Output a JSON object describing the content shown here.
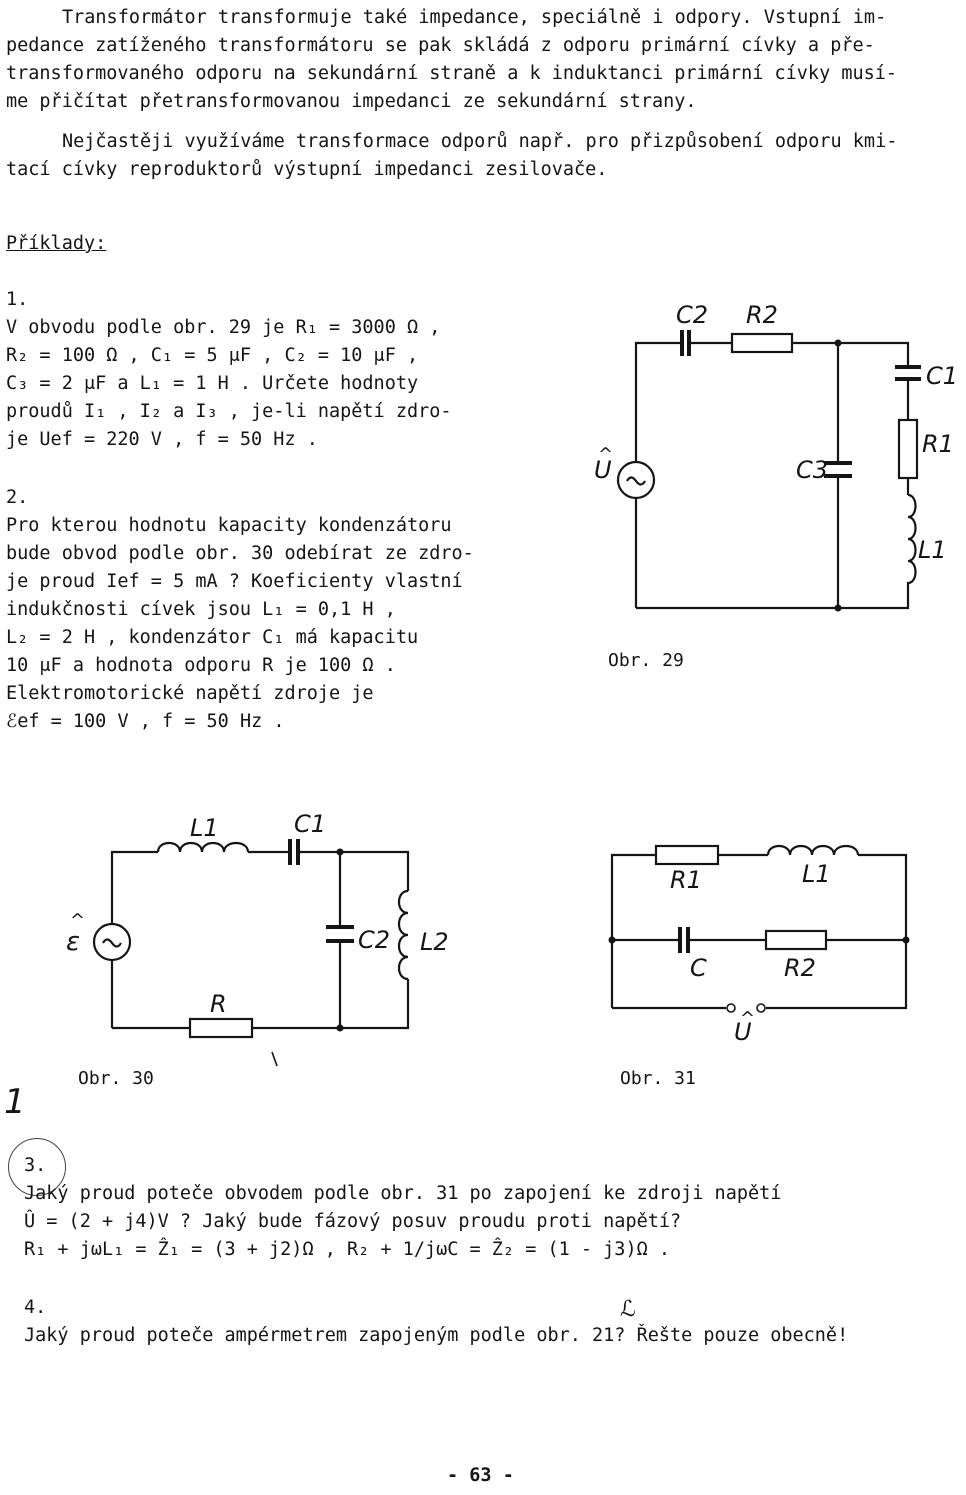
{
  "intro": {
    "p1": [
      "Transformátor transformuje také impedance, speciálně i odpory. Vstupní im-",
      "pedance zatíženého transformátoru se pak skládá z odporu primární cívky a pře-",
      "transformovaného odporu na sekundární straně a k induktanci primární cívky musí-",
      "me přičítat přetransformovanou impedanci ze sekundární strany."
    ],
    "p2": [
      "Nejčastěji využíváme transformace odporů např. pro přizpůsobení odporu kmi-",
      "tací cívky reproduktorů výstupní impedanci zesilovače."
    ]
  },
  "heading": "Příklady:",
  "examples": [
    {
      "number": "1.",
      "lines": [
        "V obvodu podle obr. 29 je  R₁ = 3000 Ω ,",
        "R₂ = 100 Ω ,  C₁ = 5 μF , C₂ = 10 μF ,",
        "C₃ = 2 μF  a  L₁ = 1 H . Určete hodnoty",
        "proudů  I₁ , I₂  a  I₃ , je-li napětí zdro-",
        "je  Uef = 220 V , f = 50 Hz ."
      ]
    },
    {
      "number": "2.",
      "lines": [
        "Pro kterou hodnotu kapacity kondenzátoru",
        "bude obvod podle obr. 30 odebírat ze zdro-",
        "je proud  Ief = 5 mA ? Koeficienty vlastní",
        "indukčnosti cívek jsou  L₁ = 0,1 H ,",
        "L₂ = 2 H , kondenzátor  C₁  má kapacitu",
        "10 μF  a hodnota odporu  R  je 100 Ω .",
        "Elektromotorické napětí zdroje je",
        "ℰef = 100 V , f = 50 Hz ."
      ]
    },
    {
      "number": "3.",
      "lines": [
        "Jaký proud poteče obvodem podle obr. 31 po zapojení ke zdroji napětí",
        "Û = (2 + j4)V ? Jaký bude fázový posuv proudu proti napětí?",
        "R₁ + jωL₁ = Ẑ₁ = (3 + j2)Ω   ,  R₂ + 1/jωC = Ẑ₂ = (1 - j3)Ω ."
      ]
    },
    {
      "number": "4.",
      "lines": [
        "Jaký proud poteče ampérmetrem zapojeným podle obr. 21? Řešte pouze obecně!"
      ]
    }
  ],
  "figures": {
    "fig29": {
      "caption": "Obr. 29",
      "labels": {
        "c2": "C2",
        "r2": "R2",
        "c1": "C1",
        "r1": "R1",
        "c3": "C3",
        "l1": "L1",
        "u": "U",
        "u_hat": "^"
      }
    },
    "fig30": {
      "caption": "Obr. 30",
      "labels": {
        "l1": "L1",
        "c1": "C1",
        "c2": "C2",
        "l2": "L2",
        "r": "R",
        "e": "ε",
        "e_hat": "^"
      }
    },
    "fig31": {
      "caption": "Obr. 31",
      "labels": {
        "r1": "R1",
        "l1": "L1",
        "c": "C",
        "r2": "R2",
        "u": "U",
        "u_hat": "^"
      }
    }
  },
  "handwriting": {
    "margin_mark": "1",
    "note_near_4": "ℒ"
  },
  "page_number": "- 63 -"
}
